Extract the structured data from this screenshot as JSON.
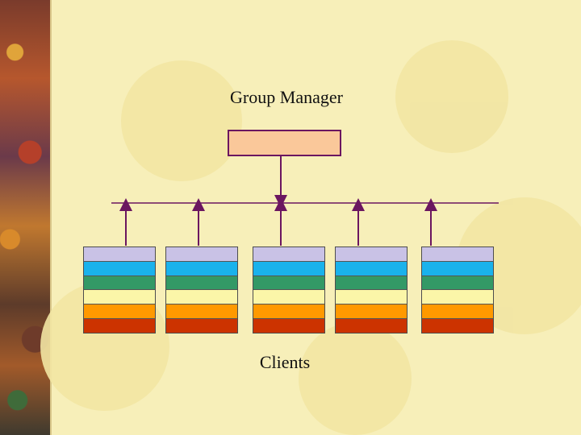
{
  "diagram": {
    "title": "Group Manager",
    "clients_label": "Clients",
    "client_count": 5,
    "client_band_colors": [
      "#c9c2e6",
      "#1ab2ec",
      "#339966",
      "#fbf6a8",
      "#ff9900",
      "#cc3300"
    ],
    "manager_box_color": "#fac89a",
    "line_color": "#6b1660"
  }
}
